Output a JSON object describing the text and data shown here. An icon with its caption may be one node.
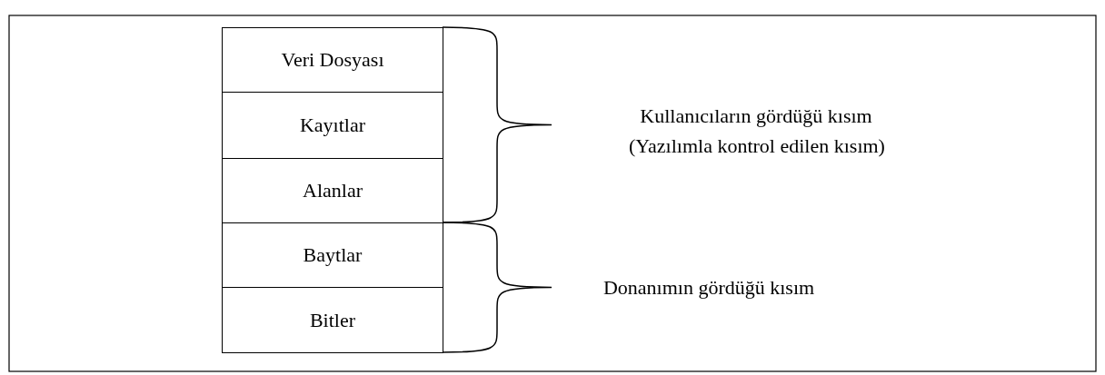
{
  "diagram": {
    "nodes": [
      {
        "text": [
          "Veri Dosyası"
        ]
      },
      {
        "text": [
          "Kayıtlar"
        ]
      },
      {
        "text": [
          "Alanlar"
        ]
      },
      {
        "text": [
          "Baytlar"
        ]
      },
      {
        "text": [
          "Bitler"
        ]
      }
    ],
    "labels": [
      "Kullanıcıların gördüğü kısım",
      "(Yazılımla kontrol edilen kısım)",
      "Donanımın gördüğü kısım"
    ]
  }
}
